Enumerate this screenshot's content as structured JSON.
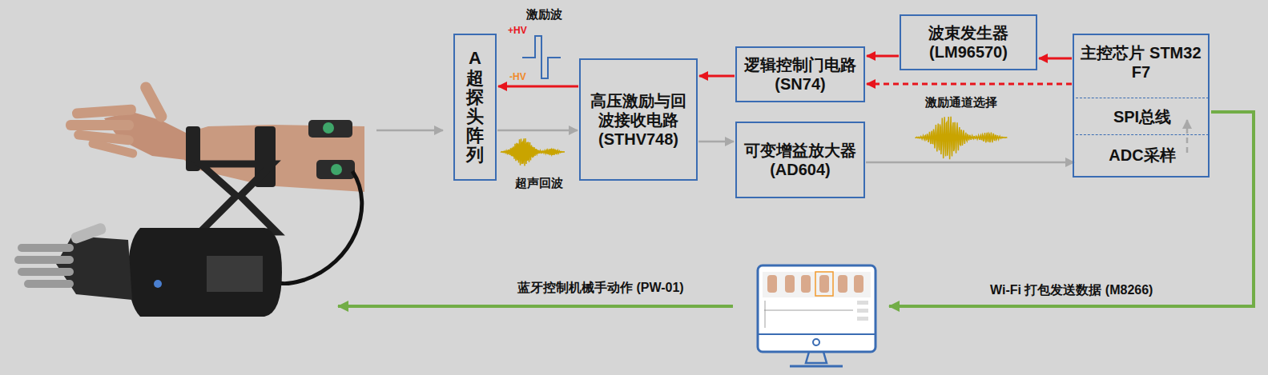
{
  "diagram": {
    "nodes": [
      {
        "text": [
          "A超探头阵列"
        ]
      },
      {
        "text": [
          "高压激励与回波接收电路 (STHV748)"
        ]
      },
      {
        "text": [
          "逻辑控制门电路 (SN74)"
        ]
      },
      {
        "text": [
          "波束发生器 (LM96570)"
        ]
      },
      {
        "text": [
          "主控芯片 STM32 F7"
        ]
      },
      {
        "text": [
          "SPI总线"
        ],
        "in": 4
      },
      {
        "text": [
          "ADC采样"
        ],
        "in": 4
      },
      {
        "text": [
          "可变增益放大器 (AD604)"
        ]
      }
    ],
    "edges": [
      {
        "from": 4,
        "to": 3,
        "arrow": "to"
      },
      {
        "from": 3,
        "to": 2,
        "arrow": "to"
      },
      {
        "from": 4,
        "to": 2,
        "arrow": "to",
        "label": "激励通道选择"
      },
      {
        "from": 2,
        "to": 1,
        "arrow": "to"
      },
      {
        "from": 1,
        "to": 0,
        "arrow": "to"
      },
      {
        "from": 0,
        "to": 1,
        "arrow": "to"
      },
      {
        "from": 1,
        "to": 7,
        "arrow": "to"
      },
      {
        "from": 7,
        "to": 6,
        "arrow": "to"
      },
      {
        "from": 6,
        "to": 5,
        "arrow": "to"
      }
    ],
    "labels": [
      "激励波",
      "+HV",
      "-HV",
      "超声回波",
      "Wi-Fi 打包发送数据 (M8266)",
      "蓝牙控制机械手动作 (PW-01)"
    ]
  }
}
